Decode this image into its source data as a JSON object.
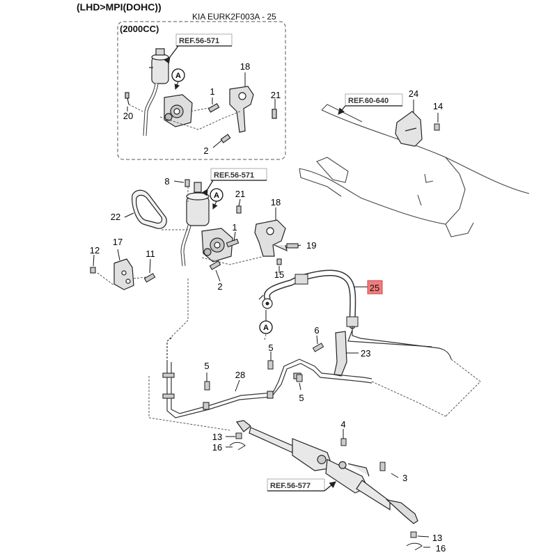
{
  "header": {
    "title": "(LHD>MPI(DOHC))",
    "code": "KIA EURK2F003A - 25",
    "variant": "(2000CC)"
  },
  "highlight_color": "#f27c7c",
  "refs": {
    "r1": "REF.56-571",
    "r2": "REF.56-571",
    "r3": "REF.60-640",
    "r4": "REF.56-577"
  },
  "markers": {
    "a": "A"
  },
  "callouts": {
    "n1a": "1",
    "n2a": "2",
    "n18a": "18",
    "n20": "20",
    "n21a": "21",
    "n24": "24",
    "n14": "14",
    "n8": "8",
    "n22": "22",
    "n21b": "21",
    "n18b": "18",
    "n1b": "1",
    "n12": "12",
    "n17": "17",
    "n11": "11",
    "n19": "19",
    "n15": "15",
    "n2b": "2",
    "n25": "25",
    "n6": "6",
    "n23": "23",
    "n5a": "5",
    "n5b": "5",
    "n28": "28",
    "n5c": "5",
    "n4": "4",
    "n13a": "13",
    "n16a": "16",
    "n3": "3",
    "n13b": "13",
    "n16b": "16"
  }
}
